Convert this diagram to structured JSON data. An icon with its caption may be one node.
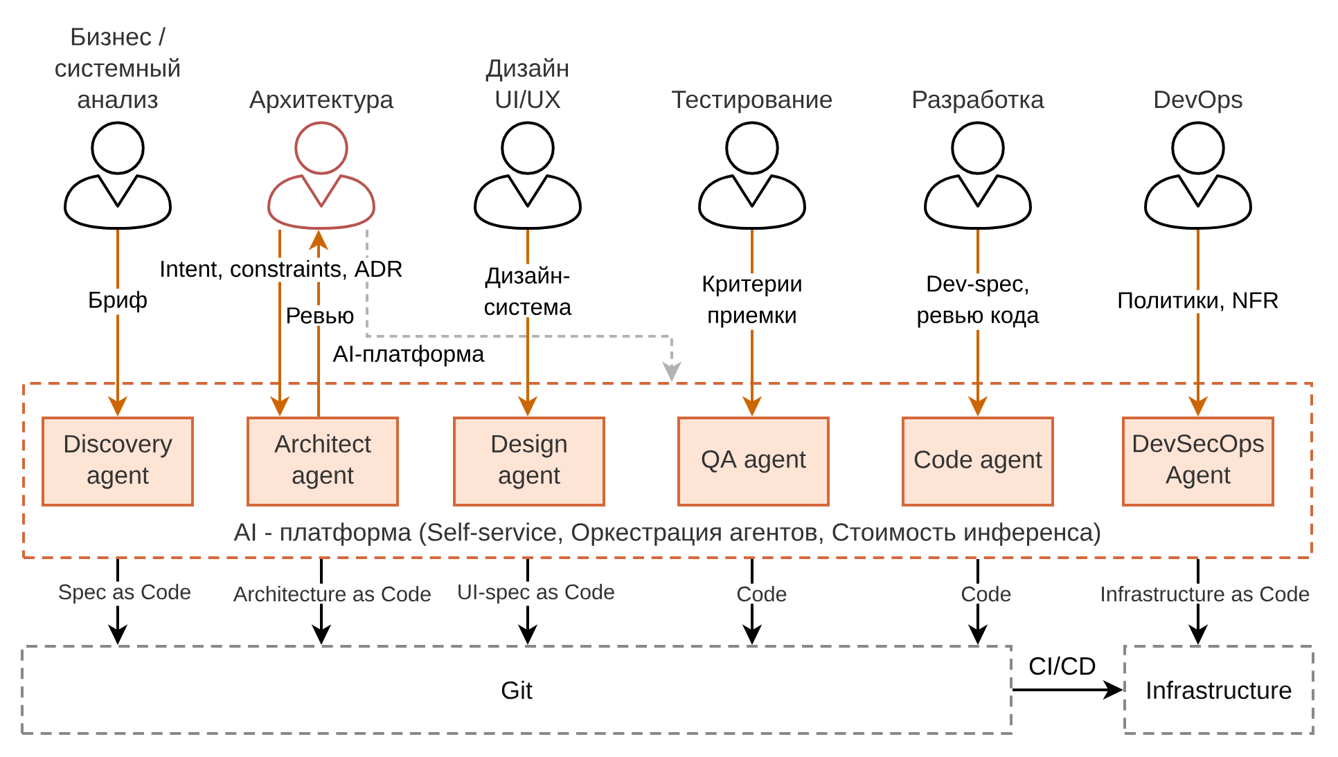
{
  "diagram": {
    "nodes": [
      {
        "text": [
          "Бизнес / системный анализ"
        ]
      },
      {
        "text": [
          "Архитектура"
        ]
      },
      {
        "text": [
          "Дизайн UI/UX"
        ]
      },
      {
        "text": [
          "Тестирование"
        ]
      },
      {
        "text": [
          "Разработка"
        ]
      },
      {
        "text": [
          "DevOps"
        ]
      },
      {
        "text": [
          "AI - платформа (Self-service, Оркестрация агентов, Стоимость инференса)"
        ]
      },
      {
        "text": [
          "Discovery agent"
        ],
        "in": 6
      },
      {
        "text": [
          "Architect agent"
        ],
        "in": 6
      },
      {
        "text": [
          "Design agent"
        ],
        "in": 6
      },
      {
        "text": [
          "QA agent"
        ],
        "in": 6
      },
      {
        "text": [
          "Code agent"
        ],
        "in": 6
      },
      {
        "text": [
          "DevSecOps Agent"
        ],
        "in": 6
      },
      {
        "text": [
          "Git"
        ]
      },
      {
        "text": [
          "Infrastructure"
        ]
      }
    ],
    "edges": [
      {
        "from": 0,
        "to": 7,
        "arrow": "to",
        "label": "Бриф",
        "color": "#cc6600"
      },
      {
        "from": 1,
        "to": 8,
        "arrow": "to",
        "label": "Intent, constraints, ADR",
        "color": "#cc6600"
      },
      {
        "from": 8,
        "to": 1,
        "arrow": "to",
        "label": "Ревью",
        "color": "#cc6600"
      },
      {
        "from": 1,
        "to": 6,
        "arrow": "to",
        "label": "AI-платформа",
        "style": "dashed",
        "color": "#b3b3b3"
      },
      {
        "from": 2,
        "to": 9,
        "arrow": "to",
        "label": "Дизайн-система",
        "color": "#cc6600"
      },
      {
        "from": 3,
        "to": 10,
        "arrow": "to",
        "label": "Критерии приемки",
        "color": "#cc6600"
      },
      {
        "from": 4,
        "to": 11,
        "arrow": "to",
        "label": "Dev-spec, ревью кода",
        "color": "#cc6600"
      },
      {
        "from": 5,
        "to": 12,
        "arrow": "to",
        "label": "Политики, NFR",
        "color": "#cc6600"
      },
      {
        "from": 6,
        "to": 13,
        "arrow": "to",
        "label": "Spec as Code",
        "color": "#000000"
      },
      {
        "from": 6,
        "to": 13,
        "arrow": "to",
        "label": "Architecture as Code",
        "color": "#000000"
      },
      {
        "from": 6,
        "to": 13,
        "arrow": "to",
        "label": "UI-spec as Code",
        "color": "#000000"
      },
      {
        "from": 6,
        "to": 13,
        "arrow": "to",
        "label": "Code",
        "color": "#000000"
      },
      {
        "from": 6,
        "to": 13,
        "arrow": "to",
        "label": "Code",
        "color": "#000000"
      },
      {
        "from": 6,
        "to": 14,
        "arrow": "to",
        "label": "Infrastructure as Code",
        "color": "#000000"
      },
      {
        "from": 13,
        "to": 14,
        "arrow": "to",
        "label": "CI/CD",
        "color": "#000000"
      }
    ]
  }
}
